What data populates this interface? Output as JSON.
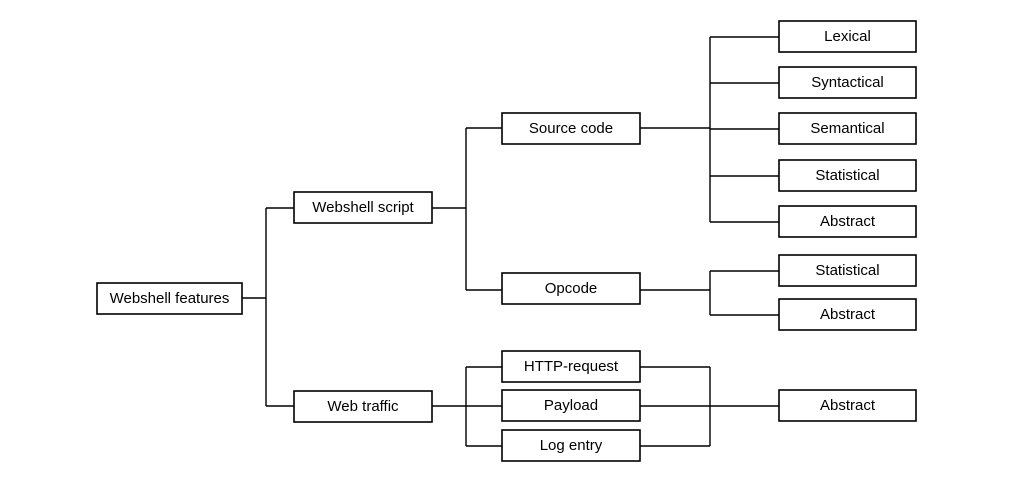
{
  "diagram": {
    "root": {
      "label": "Webshell features"
    },
    "level1": {
      "script": {
        "label": "Webshell script"
      },
      "traffic": {
        "label": "Web traffic"
      }
    },
    "level2": {
      "source_code": {
        "label": "Source code"
      },
      "opcode": {
        "label": "Opcode"
      },
      "http_request": {
        "label": "HTTP-request"
      },
      "payload": {
        "label": "Payload"
      },
      "log_entry": {
        "label": "Log entry"
      }
    },
    "level3": {
      "source_code_children": [
        {
          "label": "Lexical"
        },
        {
          "label": "Syntactical"
        },
        {
          "label": "Semantical"
        },
        {
          "label": "Statistical"
        },
        {
          "label": "Abstract"
        }
      ],
      "opcode_children": [
        {
          "label": "Statistical"
        },
        {
          "label": "Abstract"
        }
      ],
      "traffic_children": [
        {
          "label": "Abstract"
        }
      ]
    }
  }
}
